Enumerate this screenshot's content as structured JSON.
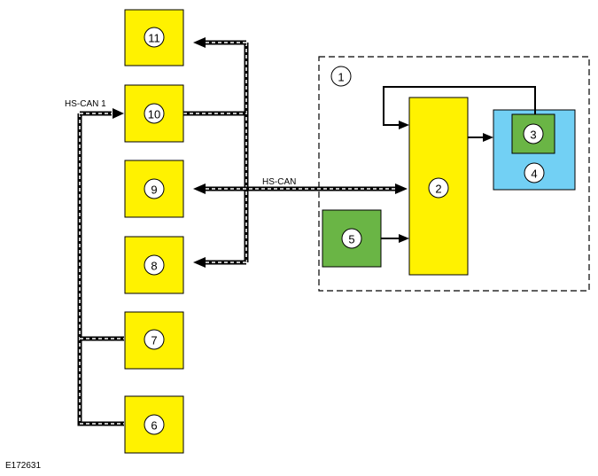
{
  "diagram": {
    "figure_id": "E172631",
    "bus_labels": {
      "hs_can": "HS-CAN",
      "hs_can_1": "HS-CAN 1"
    },
    "modules": [
      {
        "id": "module-11",
        "number": "11",
        "color": "yellow"
      },
      {
        "id": "module-10",
        "number": "10",
        "color": "yellow"
      },
      {
        "id": "module-9",
        "number": "9",
        "color": "yellow"
      },
      {
        "id": "module-8",
        "number": "8",
        "color": "yellow"
      },
      {
        "id": "module-7",
        "number": "7",
        "color": "yellow"
      },
      {
        "id": "module-6",
        "number": "6",
        "color": "yellow"
      },
      {
        "id": "module-2",
        "number": "2",
        "color": "yellow"
      },
      {
        "id": "module-5",
        "number": "5",
        "color": "green"
      },
      {
        "id": "module-3",
        "number": "3",
        "color": "green"
      },
      {
        "id": "module-4",
        "number": "4",
        "color": "light-blue"
      }
    ],
    "group_label": "1",
    "colors": {
      "yellow": "#fff200",
      "green": "#6ab545",
      "light_blue": "#72d0f4",
      "outline": "#000000"
    }
  }
}
